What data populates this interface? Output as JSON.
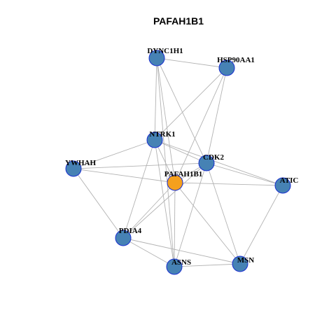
{
  "title": "PAFAH1B1",
  "colors": {
    "hub": "#F5A01D",
    "node": "#4682B4",
    "node_border": "#1A2FD0",
    "edge": "#B3B3B3"
  },
  "nodes": [
    {
      "id": "DYNC1H1",
      "label": "DYNC1H1",
      "role": "neighbor"
    },
    {
      "id": "HSP90AA1",
      "label": "HSP90AA1",
      "role": "neighbor"
    },
    {
      "id": "NTRK1",
      "label": "NTRK1",
      "role": "neighbor"
    },
    {
      "id": "CDK2",
      "label": "CDK2",
      "role": "neighbor"
    },
    {
      "id": "YWHAH",
      "label": "YWHAH",
      "role": "neighbor"
    },
    {
      "id": "PAFAH1B1",
      "label": "PAFAH1B1",
      "role": "hub"
    },
    {
      "id": "ATIC",
      "label": "ATIC",
      "role": "neighbor"
    },
    {
      "id": "PDIA4",
      "label": "PDIA4",
      "role": "neighbor"
    },
    {
      "id": "ASNS",
      "label": "ASNS",
      "role": "neighbor"
    },
    {
      "id": "MSN",
      "label": "MSN",
      "role": "neighbor"
    }
  ],
  "edges": [
    [
      "DYNC1H1",
      "HSP90AA1"
    ],
    [
      "DYNC1H1",
      "NTRK1"
    ],
    [
      "DYNC1H1",
      "CDK2"
    ],
    [
      "DYNC1H1",
      "PAFAH1B1"
    ],
    [
      "DYNC1H1",
      "ASNS"
    ],
    [
      "HSP90AA1",
      "NTRK1"
    ],
    [
      "HSP90AA1",
      "CDK2"
    ],
    [
      "HSP90AA1",
      "PAFAH1B1"
    ],
    [
      "NTRK1",
      "YWHAH"
    ],
    [
      "NTRK1",
      "CDK2"
    ],
    [
      "NTRK1",
      "PAFAH1B1"
    ],
    [
      "NTRK1",
      "ATIC"
    ],
    [
      "NTRK1",
      "PDIA4"
    ],
    [
      "NTRK1",
      "ASNS"
    ],
    [
      "CDK2",
      "YWHAH"
    ],
    [
      "CDK2",
      "PAFAH1B1"
    ],
    [
      "CDK2",
      "ATIC"
    ],
    [
      "CDK2",
      "PDIA4"
    ],
    [
      "CDK2",
      "ASNS"
    ],
    [
      "CDK2",
      "MSN"
    ],
    [
      "YWHAH",
      "PAFAH1B1"
    ],
    [
      "YWHAH",
      "PDIA4"
    ],
    [
      "PAFAH1B1",
      "ATIC"
    ],
    [
      "PAFAH1B1",
      "PDIA4"
    ],
    [
      "PAFAH1B1",
      "ASNS"
    ],
    [
      "PAFAH1B1",
      "MSN"
    ],
    [
      "ATIC",
      "MSN"
    ],
    [
      "PDIA4",
      "ASNS"
    ],
    [
      "PDIA4",
      "MSN"
    ],
    [
      "ASNS",
      "MSN"
    ]
  ]
}
